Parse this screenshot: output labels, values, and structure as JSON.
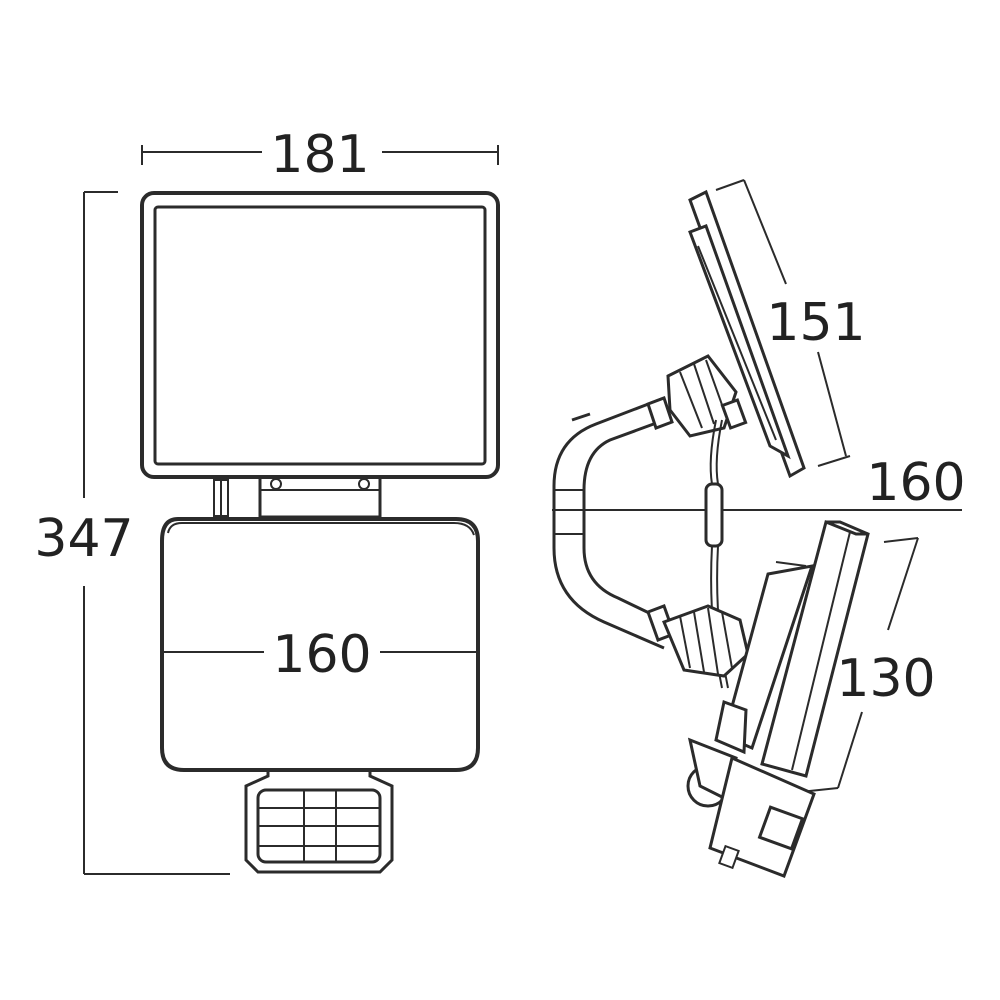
{
  "dimensions": {
    "top_width": "181",
    "total_height": "347",
    "sensor_width": "160",
    "side_depth": "160",
    "panel_length": "151",
    "head_length": "130"
  },
  "colors": {
    "line": "#2b2b2b",
    "text": "#222222",
    "background": "#ffffff"
  }
}
